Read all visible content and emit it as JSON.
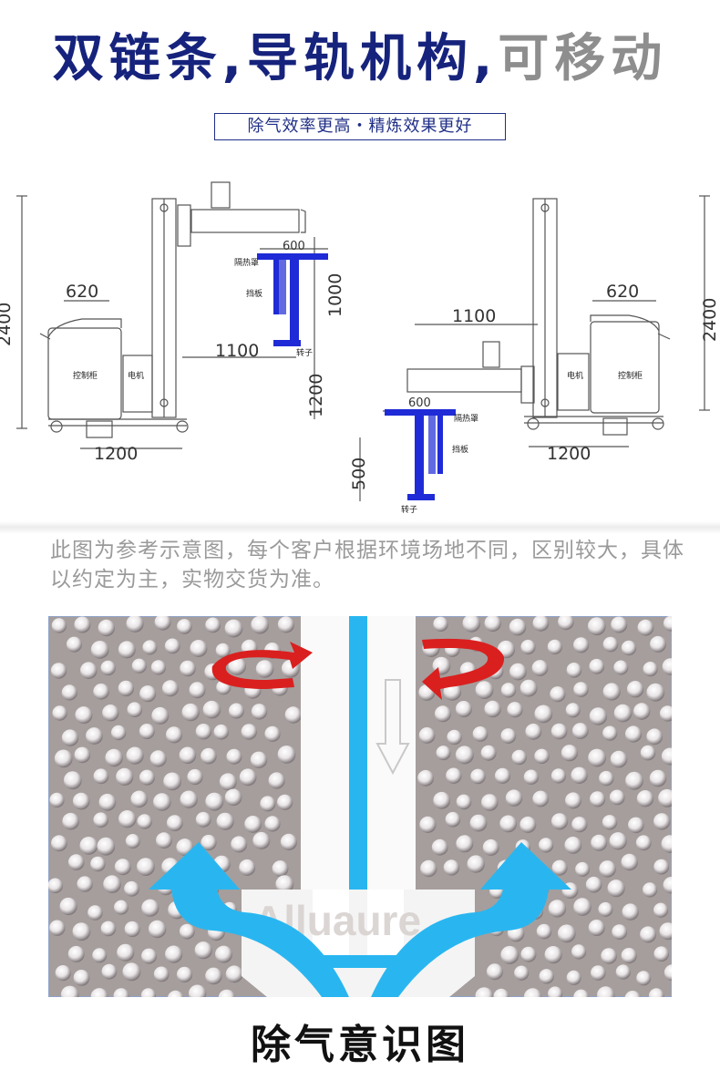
{
  "header": {
    "title_main": "双链条,导轨机构,",
    "title_accent": "可移动",
    "tagline": "除气效率更高・精炼效果更好"
  },
  "drawing": {
    "left_unit": {
      "height_label": "2400",
      "cabinet_width_label": "620",
      "arm_reach_label": "1100",
      "base_width_label": "1200",
      "shield_width_label": "600",
      "shaft_length_label": "1000",
      "lift_label": "1200",
      "control_cabinet": "控制柜",
      "motor": "电机",
      "heat_shield": "隔热罩",
      "baffle": "挡板",
      "rotor": "转子"
    },
    "right_unit": {
      "height_label": "2400",
      "cabinet_width_label": "620",
      "arm_reach_label": "1100",
      "base_width_label": "1200",
      "shield_width_label": "600",
      "depth_label": "500",
      "control_cabinet": "控制柜",
      "motor": "电机",
      "heat_shield": "隔热罩",
      "baffle": "挡板",
      "rotor": "转子"
    },
    "colors": {
      "line": "#555555",
      "accent_blue": "#1f2bd6"
    }
  },
  "disclaimer": "此图为参考示意图，每个客户根据环境场地不同，区别较大，具体以约定为主，实物交货为准。",
  "photo": {
    "watermark": "Alluaure",
    "colors": {
      "melt": "#a59e9c",
      "flow": "#29b6f0",
      "rotation": "#d9201f"
    }
  },
  "caption": "除气意识图"
}
